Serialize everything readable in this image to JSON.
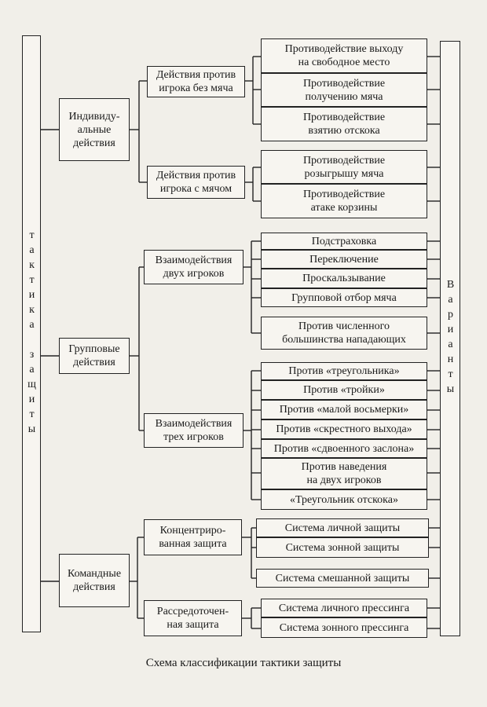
{
  "left_label": "тактика защиты",
  "right_label": "Варианты",
  "caption": "Схема классификации тактики защиты",
  "groups": [
    {
      "label": "Индивиду-\nальные\nдействия",
      "subgroups": [
        {
          "label": "Действия против\nигрока без мяча",
          "items": [
            "Противодействие выходу\nна свободное место",
            "Противодействие\nполучению мяча",
            "Противодействие\nвзятию отскока"
          ]
        },
        {
          "label": "Действия против\nигрока с мячом",
          "items": [
            "Противодействие\nрозыгрышу мяча",
            "Противодействие\nатаке корзины"
          ]
        }
      ]
    },
    {
      "label": "Групповые\nдействия",
      "subgroups": [
        {
          "label": "Взаимодействия\nдвух игроков",
          "items": [
            "Подстраховка",
            "Переключение",
            "Проскальзывание",
            "Групповой отбор мяча",
            "Против численного\nбольшинства нападающих"
          ]
        },
        {
          "label": "Взаимодействия\nтрех игроков",
          "items": [
            "Против «треугольника»",
            "Против «тройки»",
            "Против «малой восьмерки»",
            "Против «скрестного выхода»",
            "Против «сдвоенного заслона»",
            "Против наведения\nна двух игроков",
            "«Треугольник отскока»"
          ]
        }
      ]
    },
    {
      "label": "Командные\nдействия",
      "subgroups": [
        {
          "label": "Концентриро-\nванная защита",
          "items": [
            "Система личной защиты",
            "Система зонной защиты",
            "Система смешанной защиты"
          ]
        },
        {
          "label": "Рассредоточен-\nная защита",
          "items": [
            "Система личного прессинга",
            "Система зонного прессинга"
          ]
        }
      ]
    }
  ]
}
